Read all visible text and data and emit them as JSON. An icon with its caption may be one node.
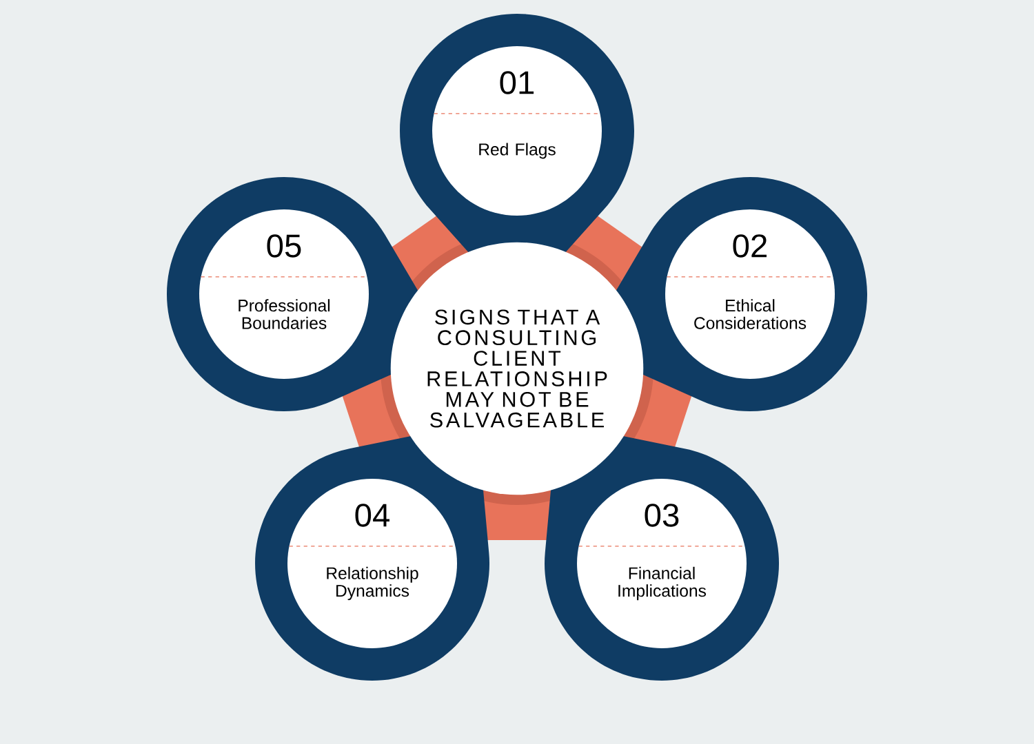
{
  "diagram": {
    "nodes": [
      {
        "text": [
          "SIGNS THAT A CONSULTING CLIENT RELATIONSHIP MAY NOT BE SALVAGEABLE"
        ]
      },
      {
        "text": [
          "01",
          "Red Flags"
        ]
      },
      {
        "text": [
          "02",
          "Ethical Considerations"
        ]
      },
      {
        "text": [
          "03",
          "Financial Implications"
        ]
      },
      {
        "text": [
          "04",
          "Relationship Dynamics"
        ]
      },
      {
        "text": [
          "05",
          "Professional Boundaries"
        ]
      }
    ]
  }
}
